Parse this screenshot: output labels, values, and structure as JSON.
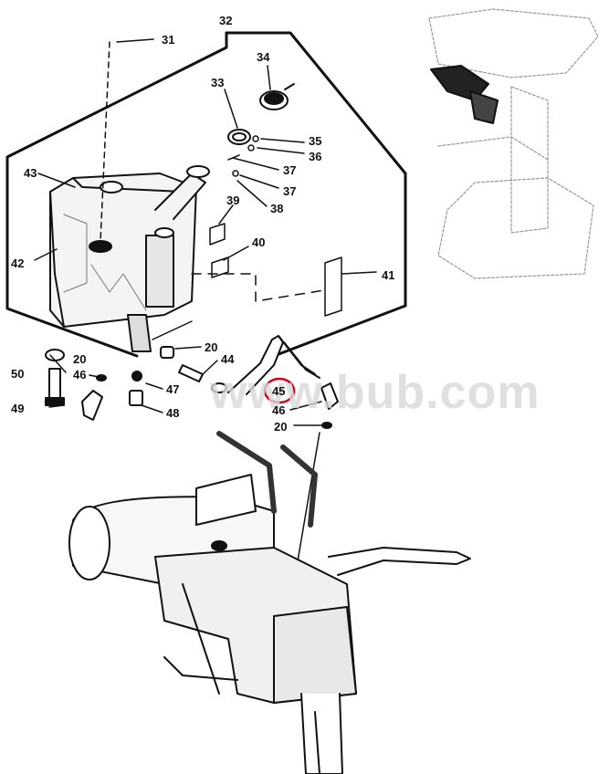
{
  "diagram": {
    "callouts": {
      "c31": "31",
      "c32": "32",
      "c33": "33",
      "c34": "34",
      "c35": "35",
      "c36": "36",
      "c37a": "37",
      "c37b": "37",
      "c38": "38",
      "c39": "39",
      "c40": "40",
      "c41": "41",
      "c42": "42",
      "c43": "43",
      "c44": "44",
      "c45": "45",
      "c46a": "46",
      "c46b": "46",
      "c47": "47",
      "c48": "48",
      "c49": "49",
      "c50": "50",
      "c20a": "20",
      "c20b": "20",
      "c20c": "20"
    },
    "highlighted_callout": "45",
    "highlight_color": "#d0021b",
    "watermark": "www.bub.com"
  }
}
